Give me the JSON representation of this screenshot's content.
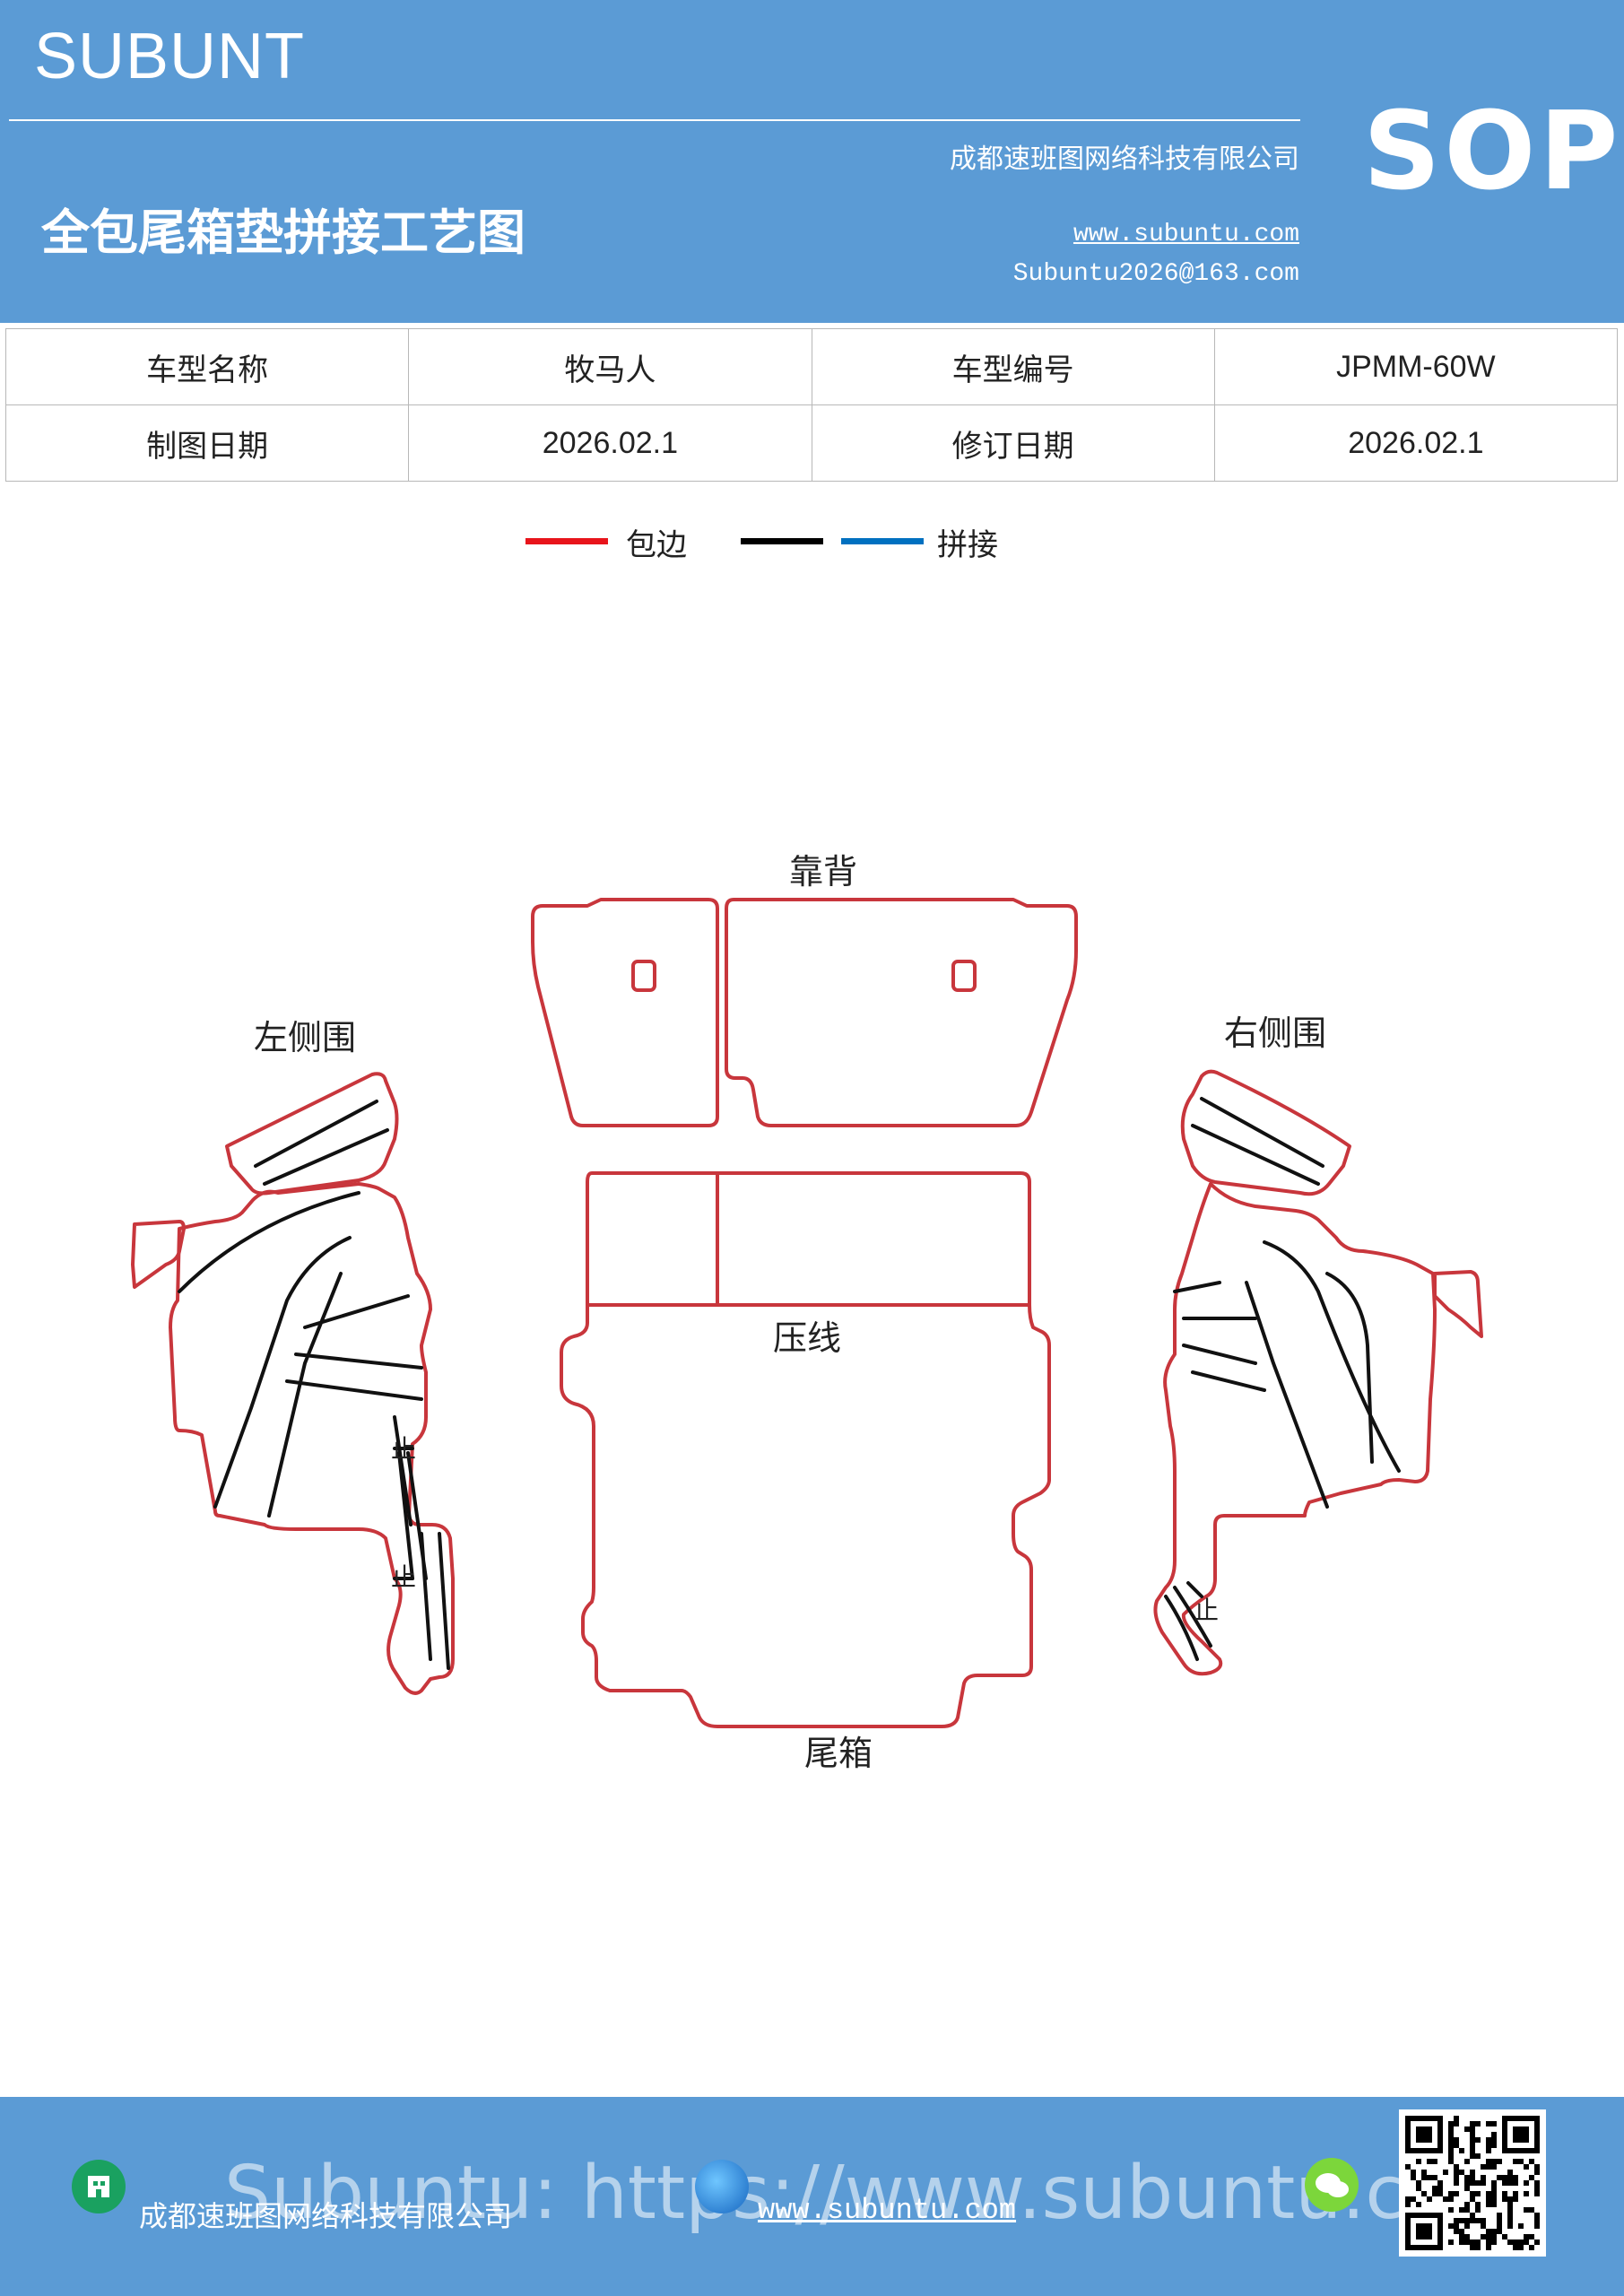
{
  "header": {
    "brand": "SUBUNT",
    "badge": "SOP",
    "company": "成都速班图网络科技有限公司",
    "title": "全包尾箱垫拼接工艺图",
    "website": "www.subuntu.com",
    "email": "Subuntu2026@163.com",
    "background_color": "#5b9bd5"
  },
  "info_table": {
    "rows": [
      [
        "车型名称",
        "牧马人",
        "车型编号",
        "JPMM-60W"
      ],
      [
        "制图日期",
        "2026.02.1",
        "修订日期",
        "2026.02.1"
      ]
    ]
  },
  "legend": {
    "items": [
      {
        "color": "#e8141b",
        "label": "包边"
      },
      {
        "color": "#000000",
        "label": ""
      },
      {
        "color": "#0070c0",
        "label": "拼接"
      }
    ]
  },
  "diagram": {
    "labels": {
      "backrest": "靠背",
      "left_side": "左侧围",
      "right_side": "右侧围",
      "press_line": "压线",
      "trunk": "尾箱",
      "stop_1": "止",
      "stop_2": "止",
      "stop_3": "止"
    },
    "edge_color": "#c8363c",
    "seam_color": "#111111"
  },
  "footer": {
    "company": "成都速班图网络科技有限公司",
    "website": "www.subuntu.com",
    "watermark": "Subuntu: https://www.subuntu.com",
    "icons": [
      "building-icon",
      "globe-icon",
      "wechat-icon",
      "qr-code"
    ]
  }
}
